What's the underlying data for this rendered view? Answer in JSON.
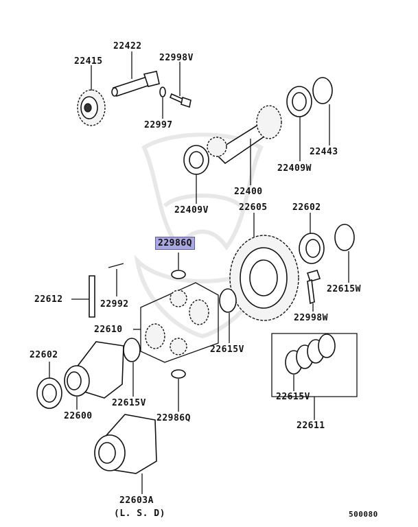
{
  "diagram": {
    "labels": {
      "p22415": "22415",
      "p22422": "22422",
      "p22998V": "22998V",
      "p22997": "22997",
      "p22443": "22443",
      "p22409W": "22409W",
      "p22400": "22400",
      "p22409V": "22409V",
      "p22605": "22605",
      "p22602_top": "22602",
      "p22986Q_top": "22986Q",
      "p22612": "22612",
      "p22992": "22992",
      "p22615W": "22615W",
      "p22998W": "22998W",
      "p22610": "22610",
      "p22615V_mid": "22615V",
      "p22602_left": "22602",
      "p22615V_left": "22615V",
      "p22986Q_bottom": "22986Q",
      "p22600": "22600",
      "p22615V_box": "22615V",
      "p22611": "22611",
      "p22603A": "22603A",
      "lsd": "(L. S. D)",
      "diagram_id": "500080"
    },
    "highlight_color": "#a9a8df"
  }
}
